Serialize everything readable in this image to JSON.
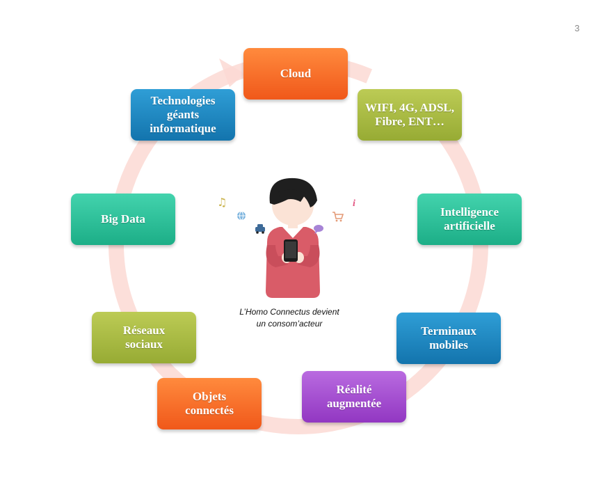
{
  "page_number": "3",
  "caption": "L’Homo Connectus devient\nun consom’acteur",
  "cycle": [
    {
      "id": "cloud",
      "label": "Cloud",
      "color": "#f5641f"
    },
    {
      "id": "wifi",
      "label": "WIFI, 4G, ADSL,\nFibre, ENT…",
      "color": "#a7b93f"
    },
    {
      "id": "ia",
      "label": "Intelligence\nartificielle",
      "color": "#27c197"
    },
    {
      "id": "terminaux",
      "label": "Terminaux\nmobiles",
      "color": "#1a86c0"
    },
    {
      "id": "realite",
      "label": "Réalité\naugmentée",
      "color": "#a14ed1"
    },
    {
      "id": "objets",
      "label": "Objets\nconnectés",
      "color": "#f5641f"
    },
    {
      "id": "reseaux",
      "label": "Réseaux\nsociaux",
      "color": "#a7b93f"
    },
    {
      "id": "bigdata",
      "label": "Big Data",
      "color": "#27c197"
    },
    {
      "id": "techno",
      "label": "Technologies\ngéants\ninformatique",
      "color": "#1a86c0"
    }
  ],
  "ring_color": "#fcd9d3",
  "person": {
    "sweater_color": "#d95c68",
    "hair_color": "#1f1f1f",
    "skin_color": "#fbe3d6",
    "icons": [
      "music-note-icon",
      "globe-icon",
      "car-icon",
      "speech-bubble-icon",
      "shopping-cart-icon",
      "info-icon"
    ]
  }
}
